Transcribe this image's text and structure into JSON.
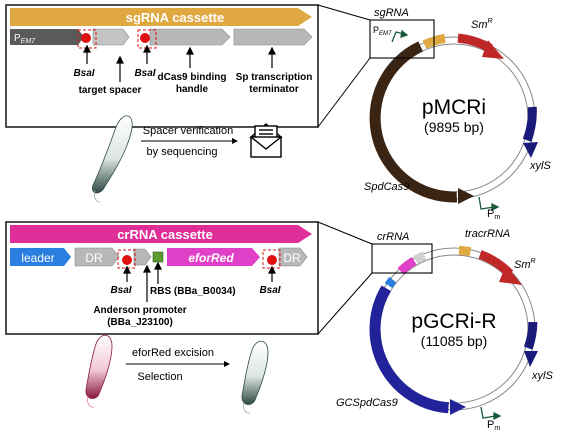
{
  "top": {
    "cassette_title": "sgRNA cassette",
    "parts": {
      "pem7": "P",
      "pem7_sub": "EM7"
    },
    "annotations": {
      "bsai_1": "BsaI",
      "bsai_2": "BsaI",
      "target_spacer": "target spacer",
      "handle_1": "dCas9 binding",
      "handle_2": "handle",
      "term_1": "Sp transcription",
      "term_2": "terminator"
    },
    "step_1": "Spacer verification",
    "step_2": "by sequencing",
    "plasmid": {
      "name": "pMCRi",
      "size": "(9895 bp)",
      "label_sgrna": "sgRNA",
      "label_pem7": "P",
      "label_pem7_sub": "EM7",
      "label_smr": "Sm",
      "label_smr_sup": "R",
      "label_xyls": "xylS",
      "label_cas9": "SpdCas9",
      "label_pm": "P",
      "label_pm_sub": "m"
    }
  },
  "bottom": {
    "cassette_title": "crRNA cassette",
    "parts": {
      "leader": "leader",
      "dr_1": "DR",
      "eforred": "eforRed",
      "dr_2": "DR"
    },
    "annotations": {
      "bsai_1": "BsaI",
      "bsai_2": "BsaI",
      "rbs": "RBS (BBa_B0034)",
      "anderson_1": "Anderson promoter",
      "anderson_2": "(BBa_J23100)"
    },
    "step_1": "eforRed excision",
    "step_2": "Selection",
    "plasmid": {
      "name": "pGCRi-R",
      "size": "(11085 bp)",
      "label_crrna": "crRNA",
      "label_tracr": "tracrRNA",
      "label_smr": "Sm",
      "label_smr_sup": "R",
      "label_xyls": "xylS",
      "label_cas9": "GCSpdCas9",
      "label_pm": "P",
      "label_pm_sub": "m"
    }
  },
  "colors": {
    "orange_bar": "#e0a840",
    "magenta_bar": "#e02e98",
    "gray_part": "#b8b8b8",
    "dark_gray_part": "#5a5a5a",
    "leader_blue": "#2a7ee0",
    "eforred_pink": "#e040c8",
    "rbs_green": "#5a9a30",
    "bsai_red": "#e01010",
    "smr_red": "#c02828",
    "xyls_navy": "#1a1a7a",
    "cas9_brown": "#3a2414",
    "gccas9_blue": "#22229a",
    "promoter_green": "#1a5a3a",
    "cell_dark": "#2e4a44",
    "cell_red": "#8a1a40"
  }
}
